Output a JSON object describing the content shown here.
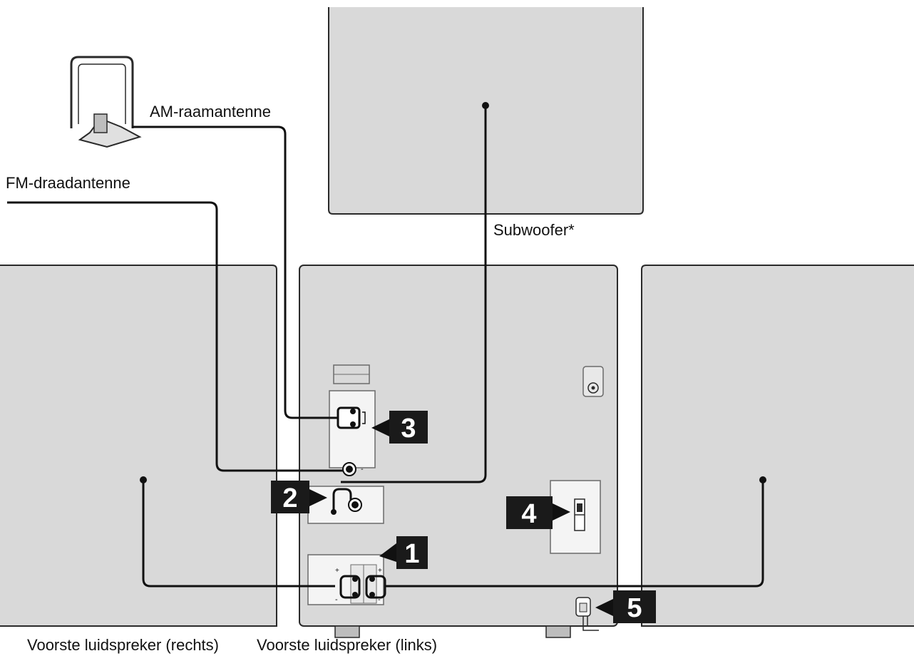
{
  "labels": {
    "am_antenna": "AM-raamantenne",
    "fm_antenna": "FM-draadantenne",
    "subwoofer": "Subwoofer*",
    "front_right": "Voorste luidspreker (rechts)",
    "front_left": "Voorste luidspreker (links)"
  },
  "callouts": {
    "c1": "1",
    "c2": "2",
    "c3": "3",
    "c4": "4",
    "c5": "5"
  },
  "terminal_marks": {
    "plus": "+",
    "minus": "-"
  },
  "colors": {
    "panel": "#d9d9d9",
    "panel_border": "#2a2a2a",
    "cable": "#111111",
    "callout_bg": "#1a1a1a",
    "terminal_plate": "#f4f4f4"
  }
}
